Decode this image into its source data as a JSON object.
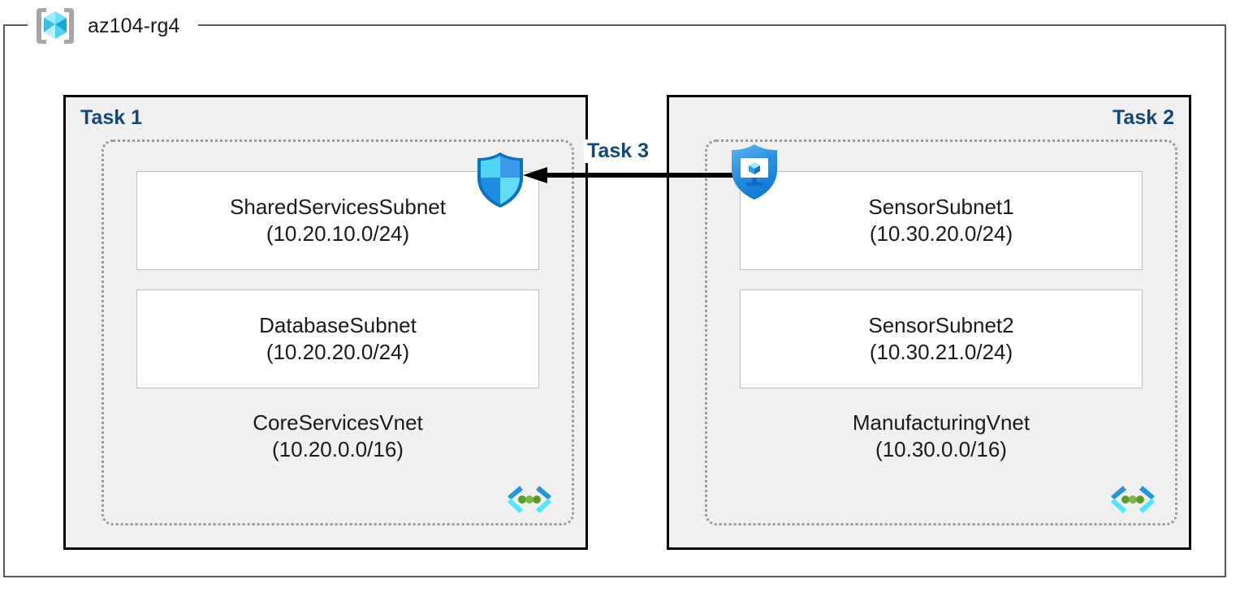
{
  "diagram": {
    "type": "azure-network-architecture",
    "resource_group": {
      "name": "az104-rg4",
      "icon": "resource-group-cube-icon"
    },
    "connector": {
      "label": "Task 3",
      "direction": "right-to-left",
      "from": "ManufacturingVnet",
      "to": "CoreServicesVnet"
    },
    "panels": [
      {
        "label": "Task 1",
        "label_align": "left",
        "vnet": {
          "name": "CoreServicesVnet",
          "cidr": "(10.20.0.0/16)",
          "icon": "virtual-network-icon"
        },
        "security_icon": "azure-firewall-shield-icon",
        "subnets": [
          {
            "name": "SharedServicesSubnet",
            "cidr": "(10.20.10.0/24)"
          },
          {
            "name": "DatabaseSubnet",
            "cidr": "(10.20.20.0/24)"
          }
        ]
      },
      {
        "label": "Task 2",
        "label_align": "right",
        "vnet": {
          "name": "ManufacturingVnet",
          "cidr": "(10.30.0.0/16)",
          "icon": "virtual-network-icon"
        },
        "security_icon": "azure-bastion-shield-icon",
        "subnets": [
          {
            "name": "SensorSubnet1",
            "cidr": "(10.30.20.0/24)"
          },
          {
            "name": "SensorSubnet2",
            "cidr": "(10.30.21.0/24)"
          }
        ]
      }
    ],
    "colors": {
      "task_label": "#13497a",
      "panel_background": "#f0f0f0",
      "panel_border": "#000000",
      "vnet_border": "#9b9b9b",
      "subnet_border": "#bfbfbf",
      "frame_border": "#595959",
      "connector": "#000000",
      "azure_blue": "#0078d4",
      "azure_cyan": "#50e6ff",
      "vnet_dot_green": "#5e9a27"
    }
  }
}
